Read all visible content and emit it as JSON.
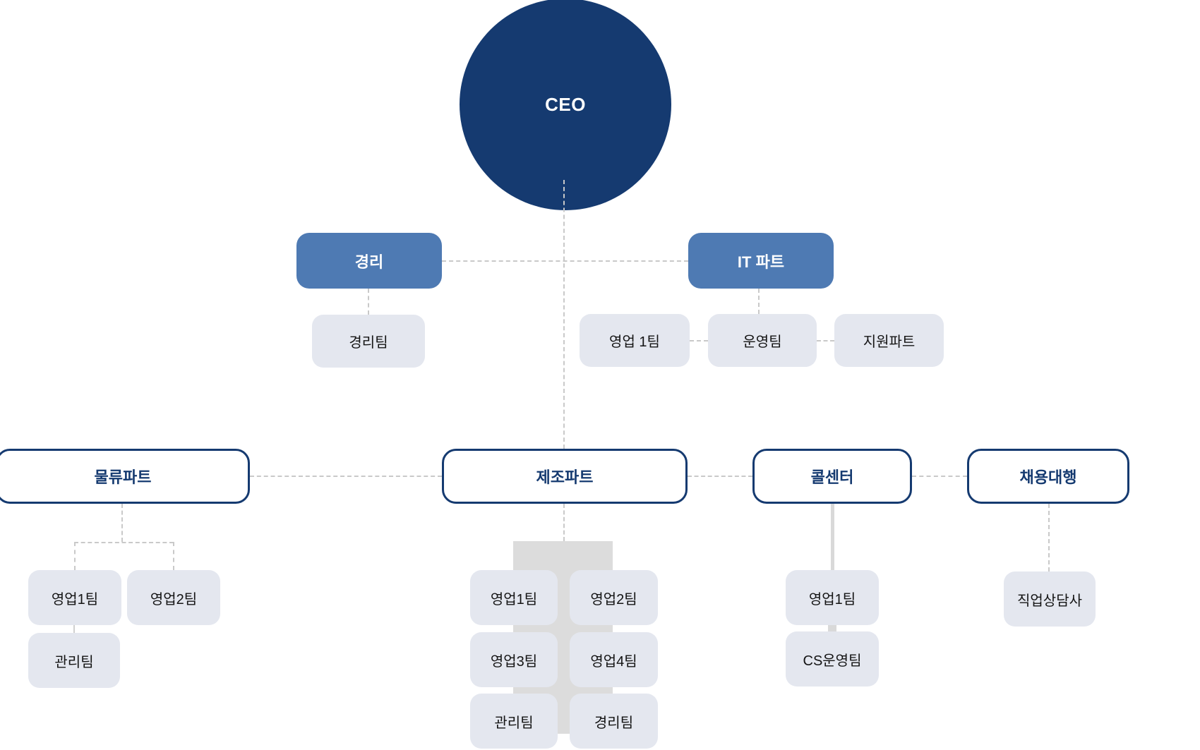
{
  "colors": {
    "navy": "#153a70",
    "blue": "#4e7ab3",
    "chip": "#e4e7ef",
    "chip-text": "#141414",
    "dash": "#c9c9c9",
    "connector": "#dcdcdc",
    "solid": "#d9d9d9"
  },
  "org": {
    "root": "CEO",
    "staff": [
      {
        "label": "경리",
        "children": [
          "경리팀"
        ]
      },
      {
        "label": "IT 파트",
        "children": [
          "영업 1팀",
          "운영팀",
          "지원파트"
        ]
      }
    ],
    "divisions": [
      {
        "label": "물류파트",
        "children": [
          "영업1팀",
          "영업2팀",
          "관리팀"
        ]
      },
      {
        "label": "제조파트",
        "children": [
          "영업1팀",
          "영업2팀",
          "영업3팀",
          "영업4팀",
          "관리팀",
          "경리팀"
        ]
      },
      {
        "label": "콜센터",
        "children": [
          "영업1팀",
          "CS운영팀"
        ]
      },
      {
        "label": "채용대행",
        "children": [
          "직업상담사"
        ]
      }
    ]
  }
}
